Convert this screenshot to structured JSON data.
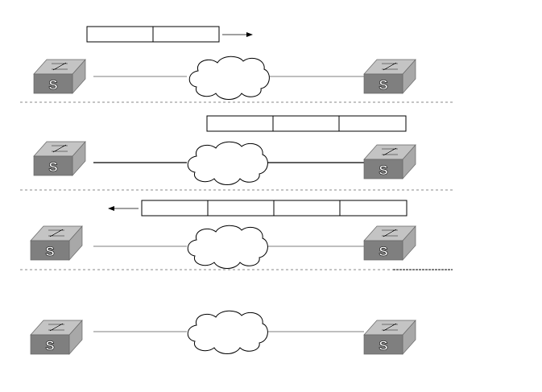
{
  "switch_label": "S",
  "icons": {
    "switch": "switch-icon",
    "cloud": "network-cloud-icon",
    "arrow_right": "arrow-right-icon",
    "arrow_left": "arrow-left-icon"
  },
  "colors": {
    "switch_front": "#7f7f7f",
    "switch_top": "#c4c4c4",
    "switch_side": "#a8a8a8",
    "link": "#000000",
    "divider": "#888888",
    "cloud_fill": "#ffffff"
  },
  "rows": [
    {
      "packet_fields": 2,
      "arrow": "right",
      "link_style": "thin"
    },
    {
      "packet_fields": 3,
      "arrow": "none",
      "link_style": "solid"
    },
    {
      "packet_fields": 4,
      "arrow": "left",
      "link_style": "thin"
    },
    {
      "packet_fields": 0,
      "arrow": "none",
      "link_style": "thin"
    }
  ]
}
